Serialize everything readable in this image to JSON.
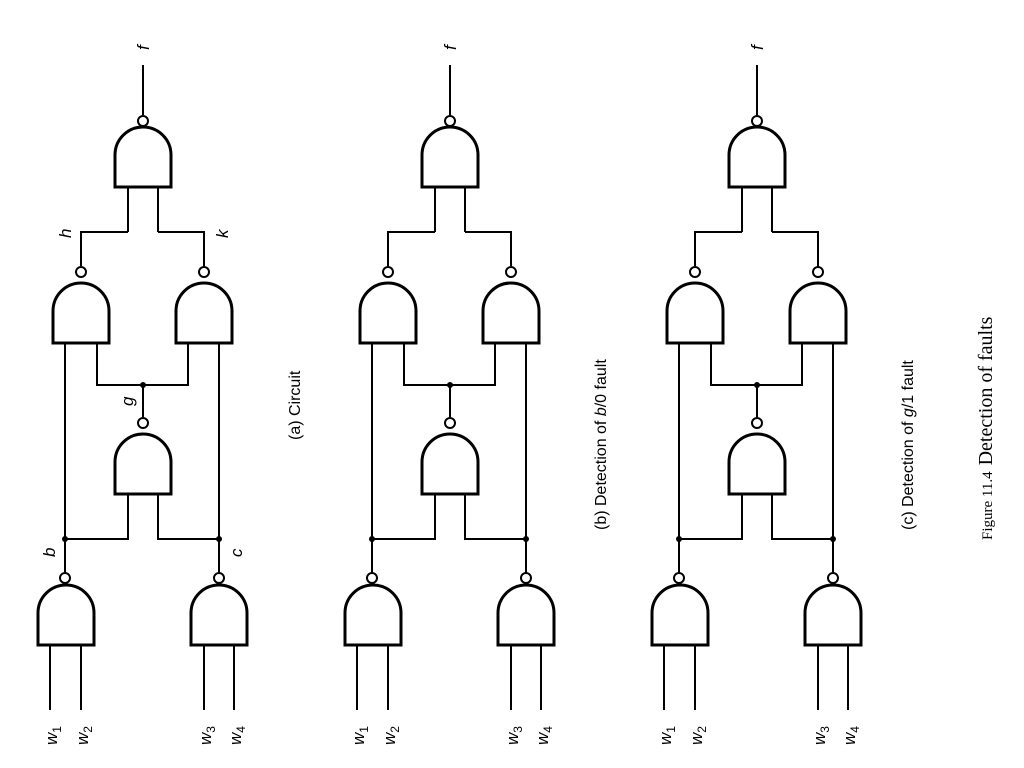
{
  "figure": {
    "number": "Figure 11.4",
    "title": "Detection of faults"
  },
  "panels": [
    {
      "caption": "(a) Circuit",
      "show_labels": true
    },
    {
      "caption_prefix": "(b) Detection of ",
      "caption_italic": "b",
      "caption_suffix": "/0 fault",
      "show_labels": false
    },
    {
      "caption_prefix": "(c) Detection of ",
      "caption_italic": "g",
      "caption_suffix": "/1 fault",
      "show_labels": false
    }
  ],
  "signals": {
    "output": "f",
    "h": "h",
    "k": "k",
    "g": "g",
    "b": "b",
    "c": "c",
    "input_base": "w",
    "w1_sub": "1",
    "w2_sub": "2",
    "w3_sub": "3",
    "w4_sub": "4"
  }
}
